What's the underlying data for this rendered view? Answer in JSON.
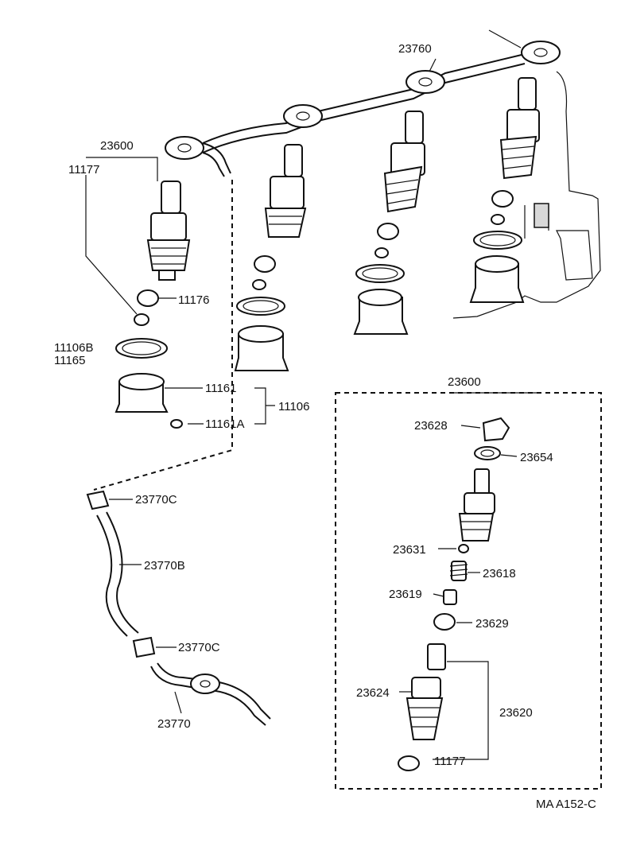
{
  "diagram": {
    "labels": {
      "upper_23600": "23600",
      "p11177_top": "11177",
      "p23760": "23760",
      "p11176": "11176",
      "p11106B": "11106B",
      "p11165": "11165",
      "p11161": "11161",
      "p11106": "11106",
      "p11161A": "11161A",
      "p23770C_top": "23770C",
      "p23770B": "23770B",
      "p23770C_bot": "23770C",
      "p23770": "23770",
      "box_23600": "23600",
      "p23628": "23628",
      "p23654": "23654",
      "p23631": "23631",
      "p23618": "23618",
      "p23619": "23619",
      "p23629": "23629",
      "p23624": "23624",
      "p23620": "23620",
      "p11177_box": "11177",
      "catalog_code": "MA  A152-C"
    }
  }
}
